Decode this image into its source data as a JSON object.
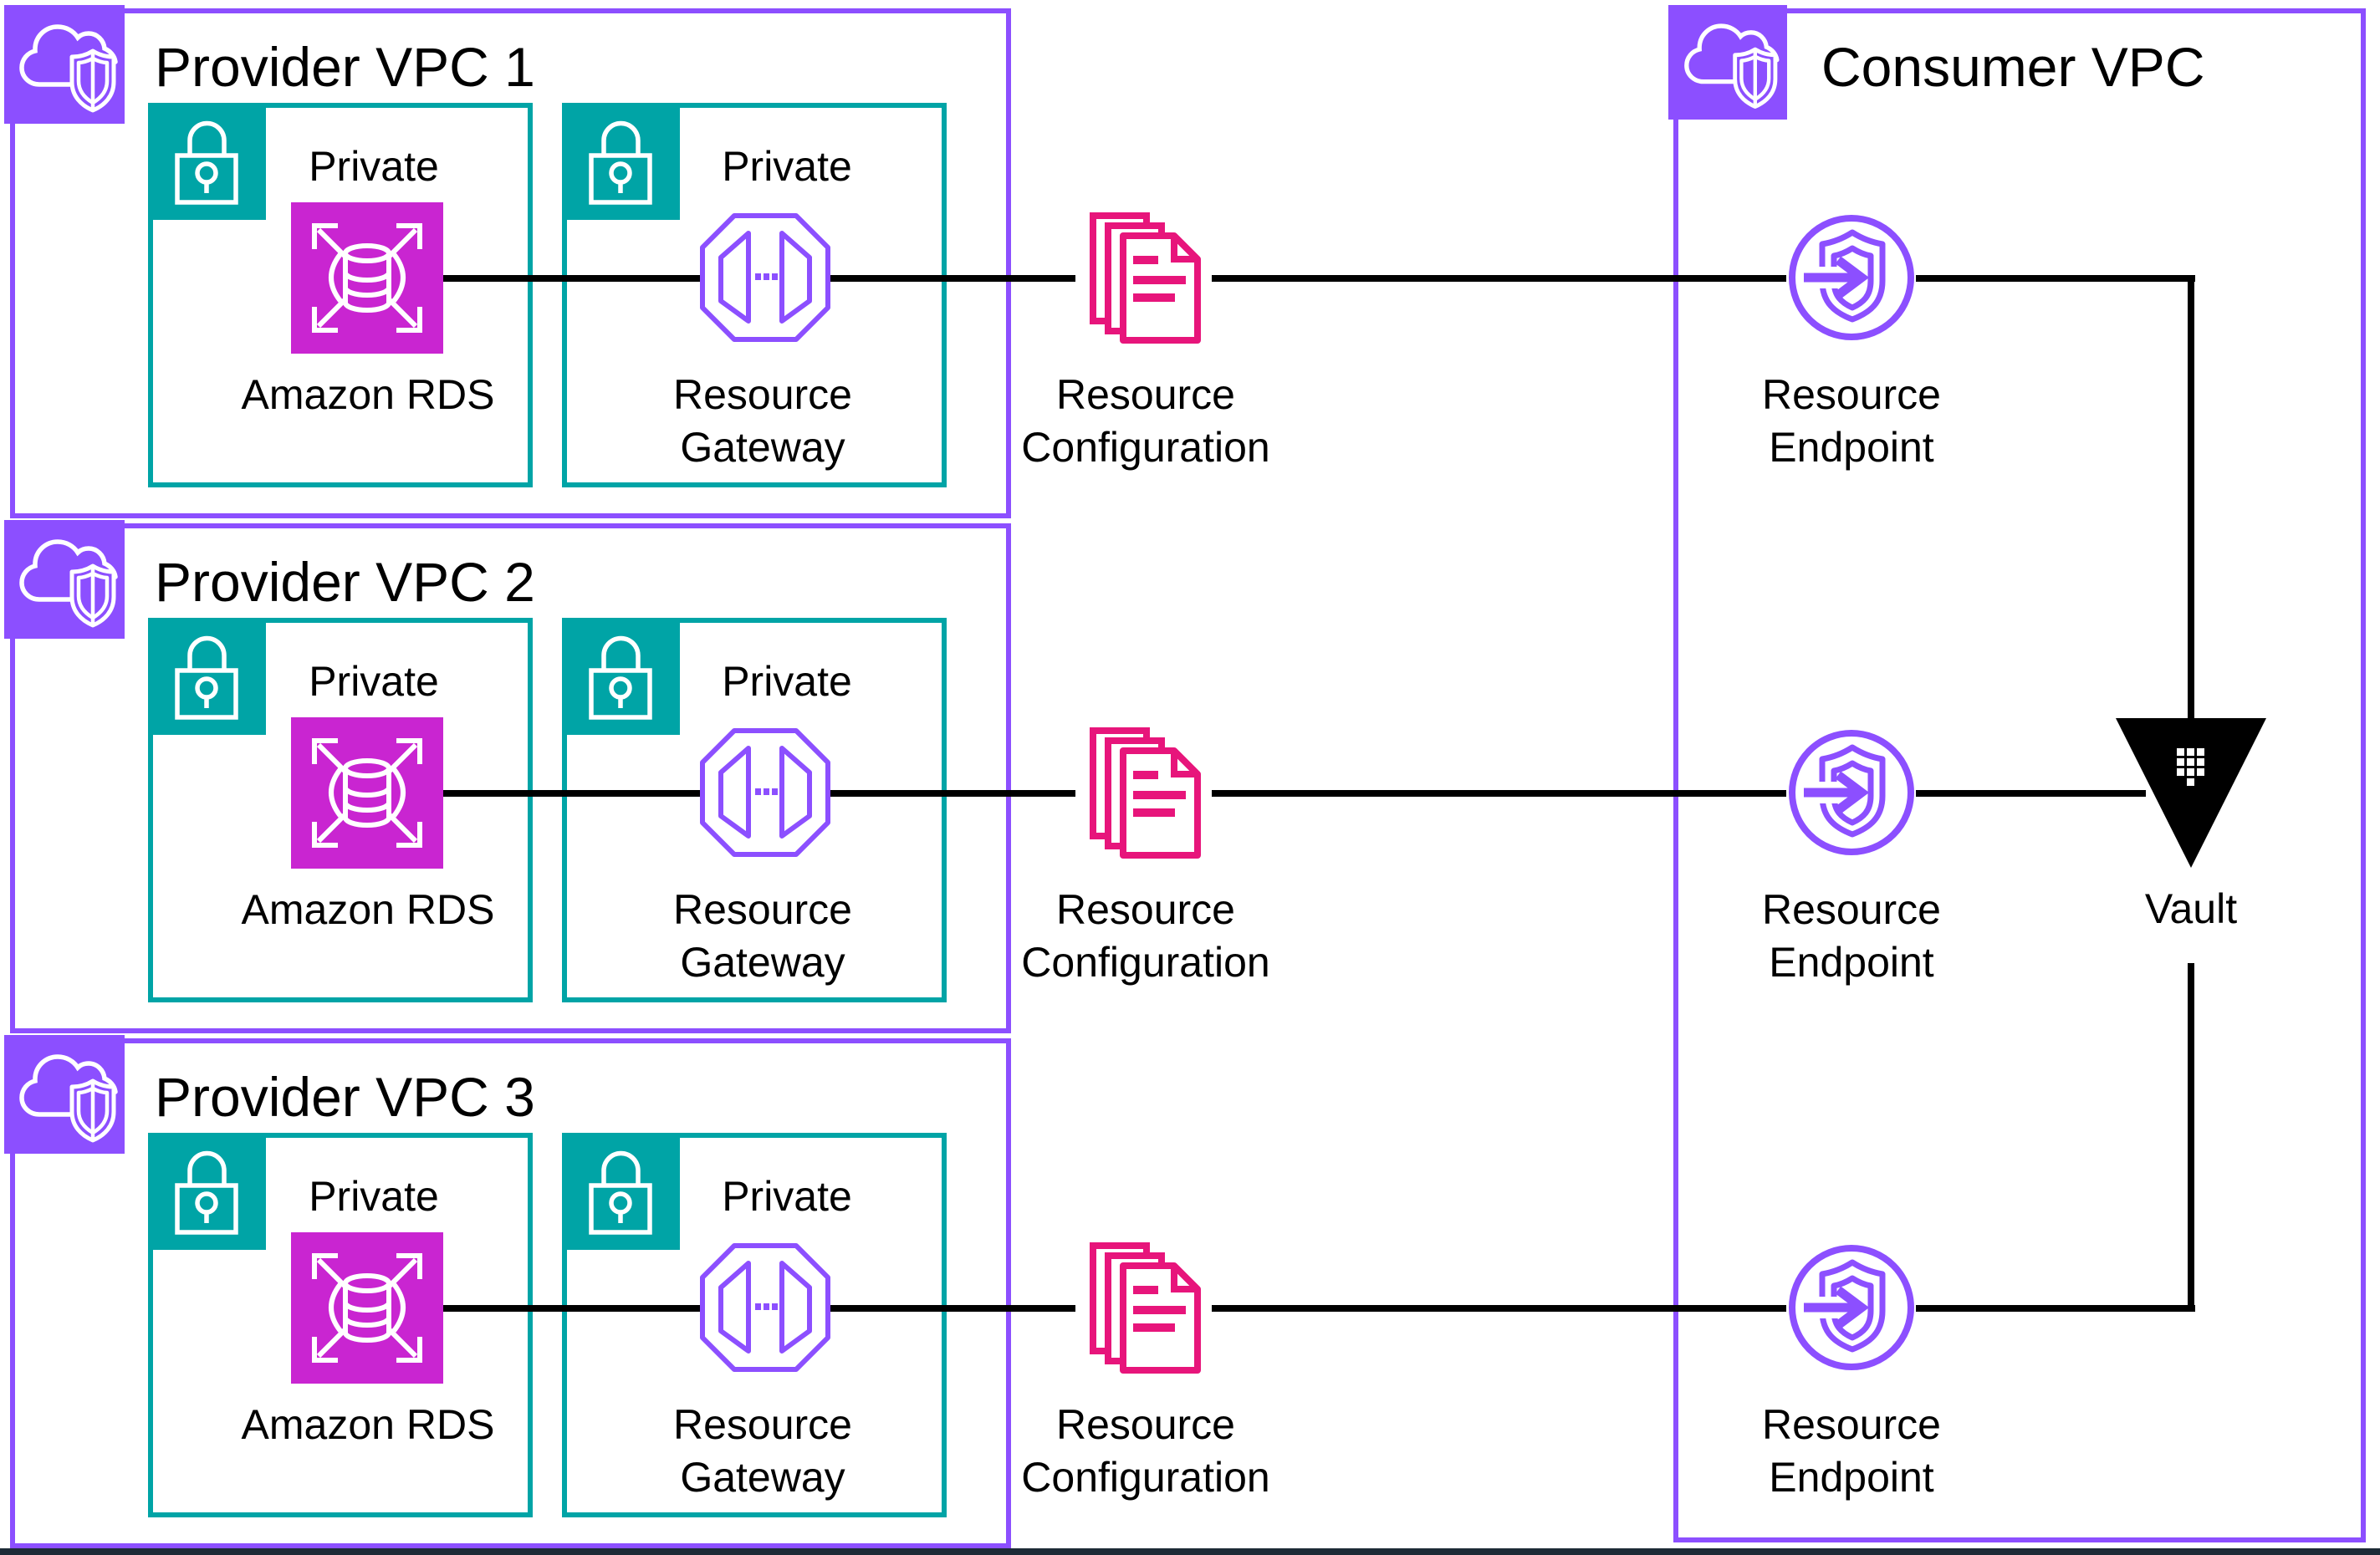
{
  "colors": {
    "purple": "#8C4FFF",
    "teal": "#00A4A6",
    "magenta": "#C925D1",
    "pink": "#E7157B",
    "line": "#000000"
  },
  "rows": [
    {
      "title": "Provider VPC 1",
      "db_subnet": {
        "label": "Private",
        "service": "Amazon RDS"
      },
      "gw_subnet": {
        "label": "Private",
        "service": "Resource Gateway"
      },
      "config": "Resource Configuration",
      "endpoint": "Resource Endpoint"
    },
    {
      "title": "Provider VPC 2",
      "db_subnet": {
        "label": "Private",
        "service": "Amazon RDS"
      },
      "gw_subnet": {
        "label": "Private",
        "service": "Resource Gateway"
      },
      "config": "Resource Configuration",
      "endpoint": "Resource Endpoint"
    },
    {
      "title": "Provider VPC 3",
      "db_subnet": {
        "label": "Private",
        "service": "Amazon RDS"
      },
      "gw_subnet": {
        "label": "Private",
        "service": "Resource Gateway"
      },
      "config": "Resource Configuration",
      "endpoint": "Resource Endpoint"
    }
  ],
  "consumer": {
    "title": "Consumer VPC"
  },
  "vault": {
    "label": "Vault"
  }
}
